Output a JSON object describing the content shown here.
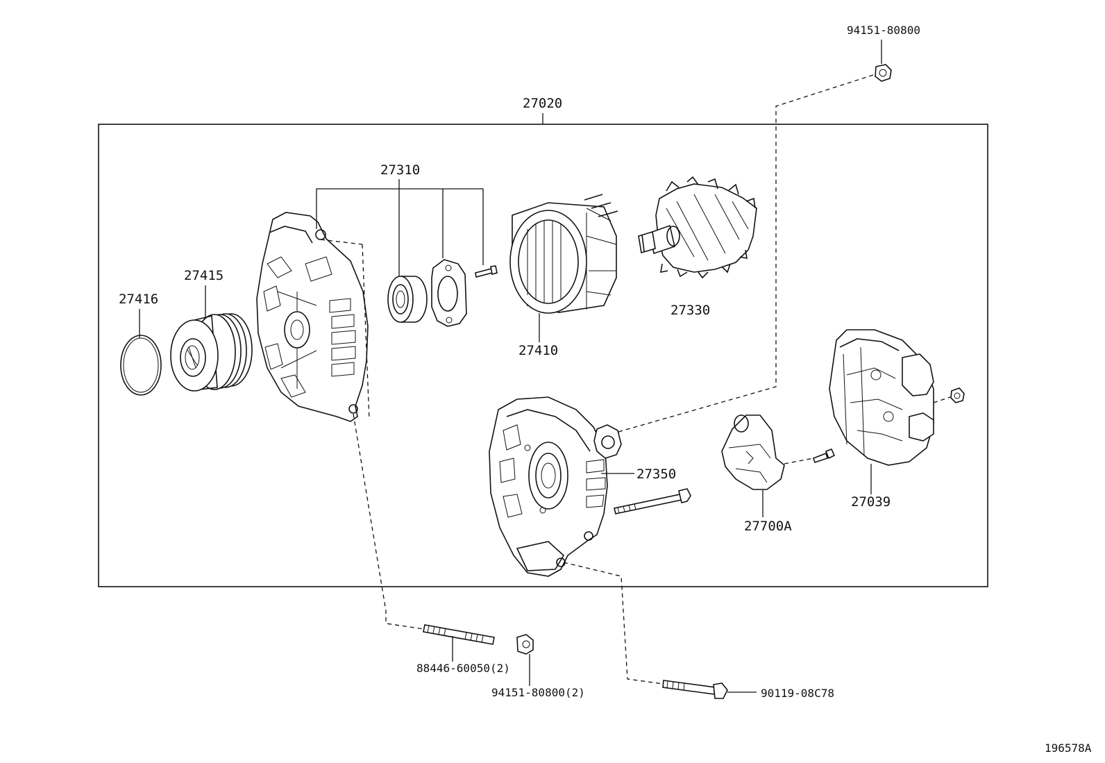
{
  "diagram_id": "196578A",
  "assembly": {
    "part_no": "27020"
  },
  "labels": {
    "top_nut": "94151-80800",
    "pulley": "27415",
    "snap_ring": "27416",
    "bearing_set": "27310",
    "stator": "27410",
    "rotor": "27330",
    "rear_frame": "27350",
    "regulator": "27700A",
    "rear_cover": "27039",
    "stud": "88446-60050(2)",
    "nut_pair": "94151-80800(2)",
    "bolt": "90119-08C78"
  }
}
